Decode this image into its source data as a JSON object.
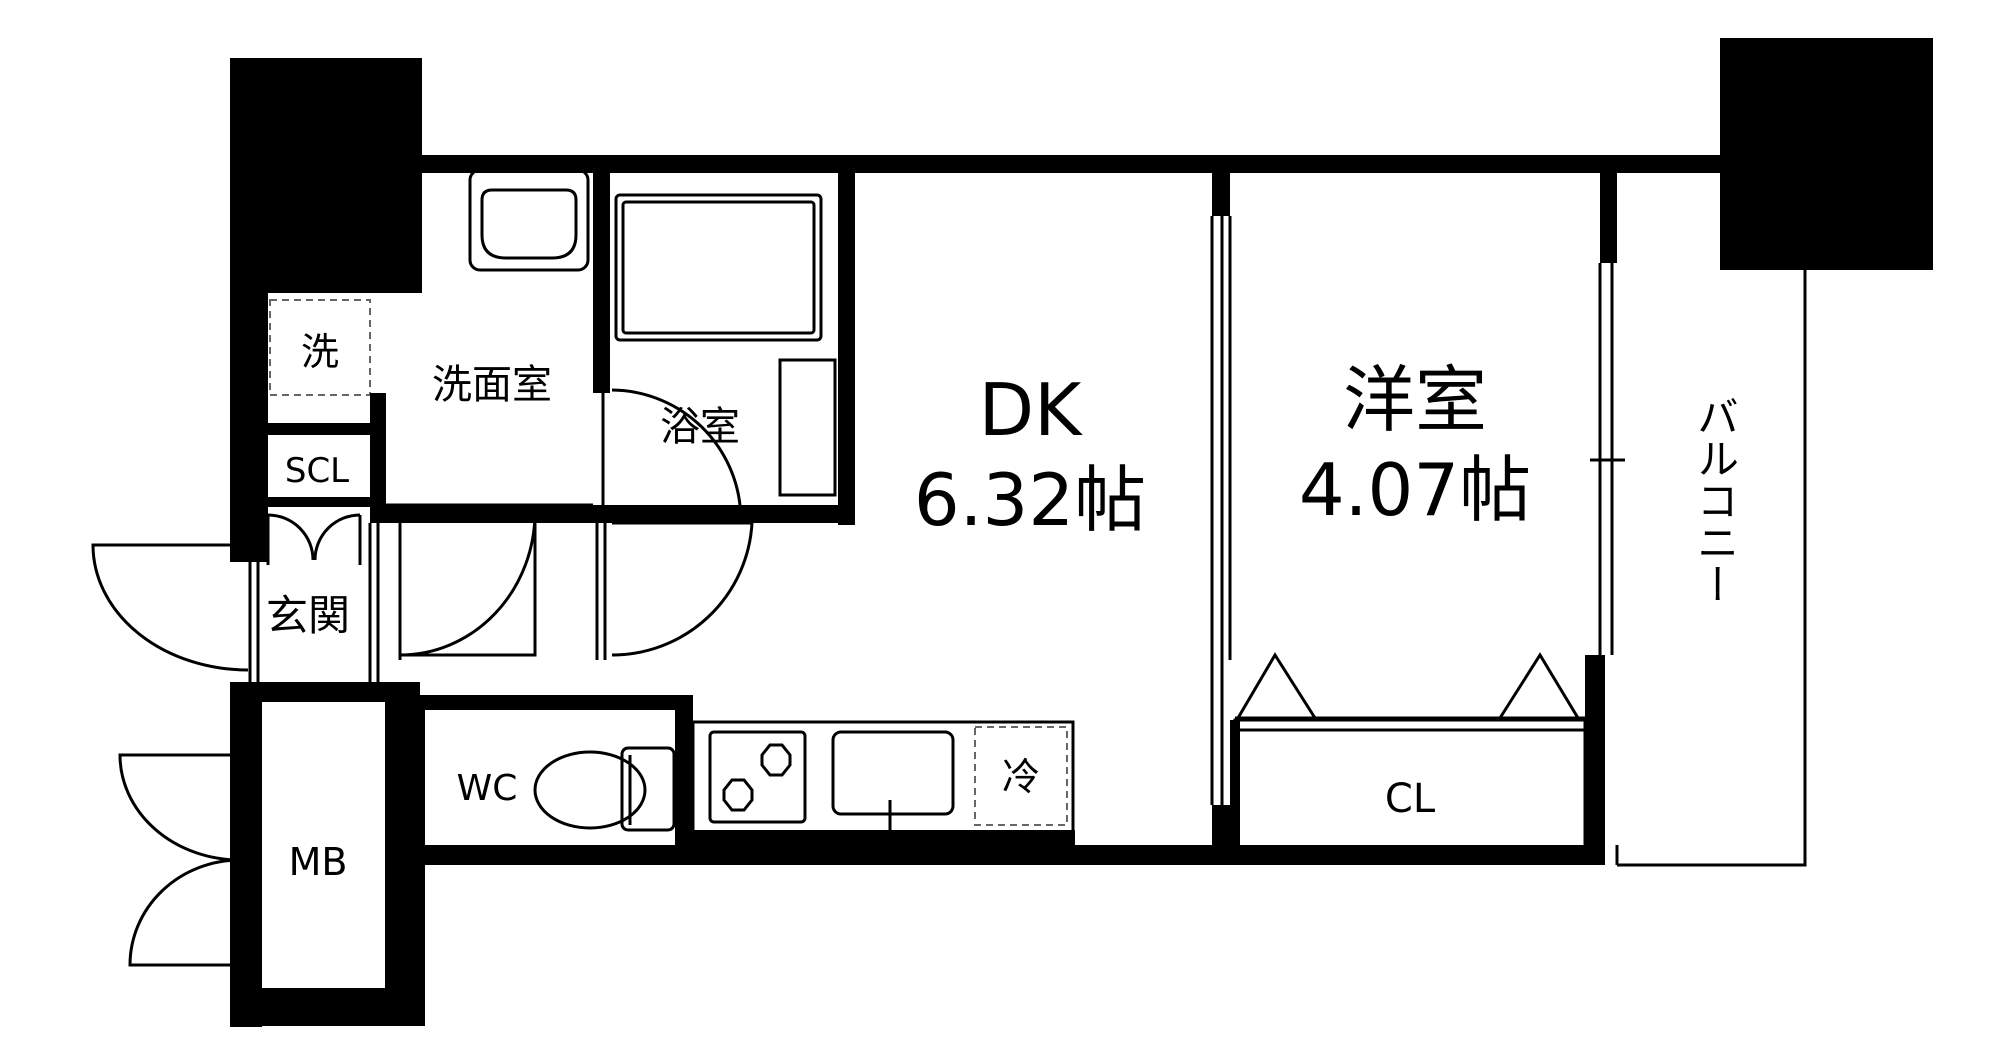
{
  "rooms": {
    "dk": {
      "name": "DK",
      "size": "6.32帖"
    },
    "western": {
      "name": "洋室",
      "size": "4.07帖"
    },
    "washroom": "洗面室",
    "bathroom": "浴室",
    "entrance": "玄関",
    "wc": "WC",
    "mb": "MB",
    "scl": "SCL",
    "cl": "CL",
    "balcony": "バルコニー"
  },
  "fixtures": {
    "washer": "洗",
    "fridge": "冷"
  },
  "colors": {
    "wall": "#000000",
    "background": "#ffffff",
    "line": "#000000",
    "dashed": "#666666"
  }
}
